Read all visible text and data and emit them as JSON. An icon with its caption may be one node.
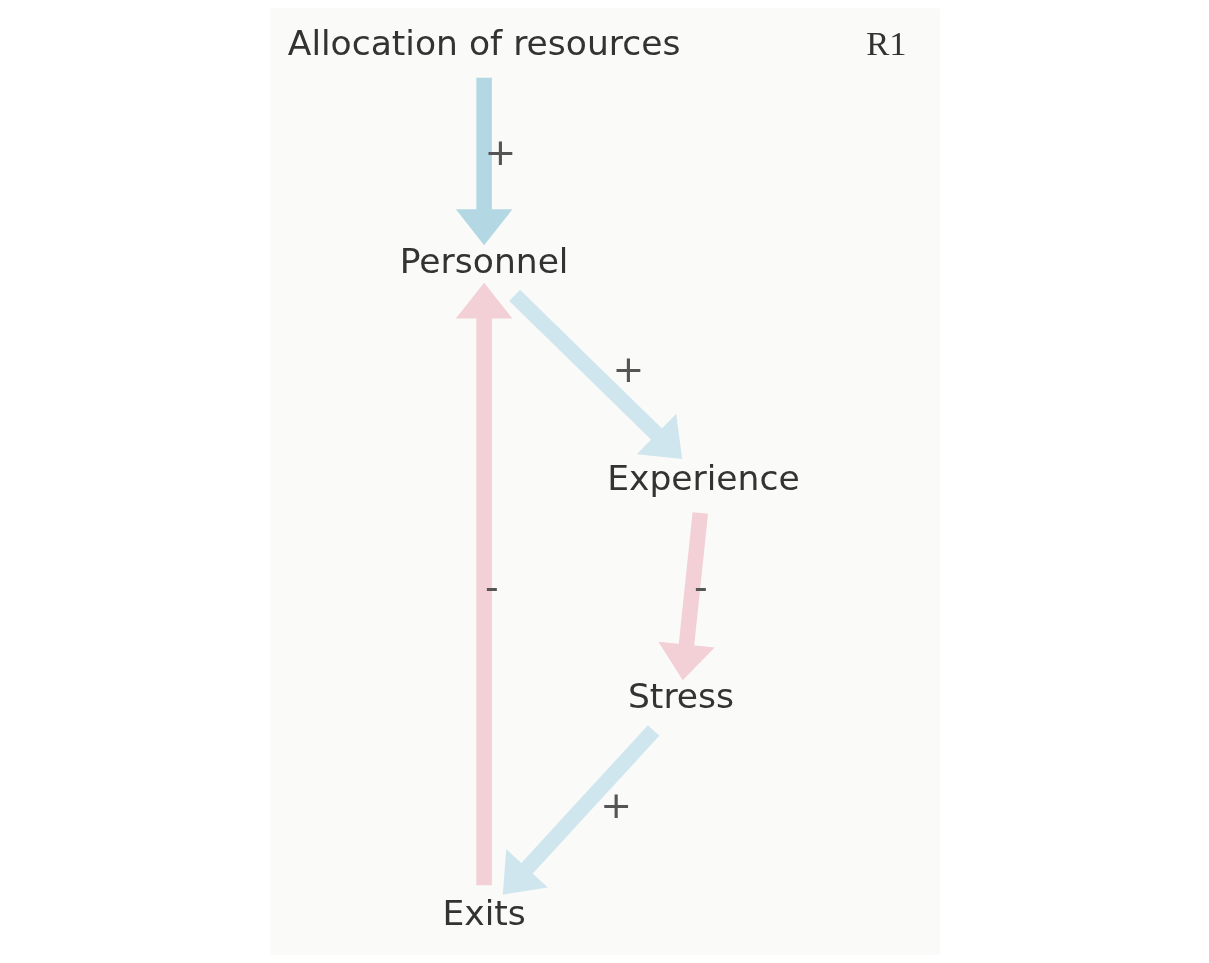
{
  "diagram": {
    "nodes": [
      {
        "text": [
          "Allocation of resources"
        ]
      },
      {
        "text": [
          "Exits"
        ]
      },
      {
        "text": [
          "Personnel"
        ]
      },
      {
        "text": [
          "Stress"
        ]
      },
      {
        "text": [
          "Experience"
        ]
      }
    ],
    "edges": [
      {
        "from": 0,
        "to": 2,
        "arrow": "to",
        "label": "+",
        "color": "#b3d8e3"
      },
      {
        "from": 1,
        "to": 2,
        "arrow": "to",
        "label": "-",
        "color": "#f2d0d6"
      },
      {
        "from": 2,
        "to": 4,
        "arrow": "to",
        "label": "+",
        "color": "#d0e6ee"
      },
      {
        "from": 4,
        "to": 3,
        "arrow": "to",
        "label": "-",
        "color": "#f2d0d6"
      },
      {
        "from": 3,
        "to": 1,
        "arrow": "to",
        "label": "+",
        "color": "#d0e6ee"
      }
    ],
    "labels": [
      "R1"
    ]
  }
}
